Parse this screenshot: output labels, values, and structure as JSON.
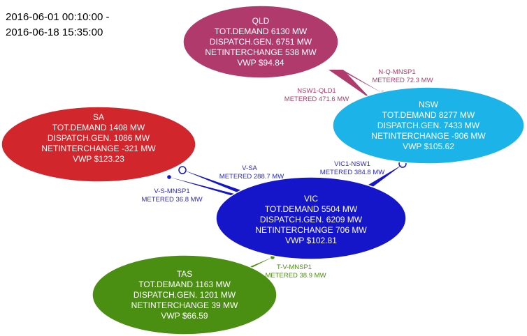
{
  "timestamp": {
    "line1": "2016-06-01 00:10:00 -",
    "line2": "2016-06-18 15:35:00"
  },
  "colors": {
    "qld": "#b13a6c",
    "nsw": "#1cb4e8",
    "sa": "#d0262c",
    "vic": "#1515c9",
    "tas": "#4a8f12",
    "label_qld": "#b13a6c",
    "label_vic": "#2a2ac0",
    "label_tas": "#4a8f12"
  },
  "regions": {
    "qld": {
      "name": "QLD",
      "demand": "TOT.DEMAND 6130 MW",
      "gen": "DISPATCH.GEN. 6751 MW",
      "net": "NETINTERCHANGE 538 MW",
      "vwp": "VWP $94.84"
    },
    "nsw": {
      "name": "NSW",
      "demand": "TOT.DEMAND 8277 MW",
      "gen": "DISPATCH.GEN. 7433 MW",
      "net": "NETINTERCHANGE -906 MW",
      "vwp": "VWP $105.62"
    },
    "sa": {
      "name": "SA",
      "demand": "TOT.DEMAND 1408 MW",
      "gen": "DISPATCH.GEN. 1086 MW",
      "net": "NETINTERCHANGE -321 MW",
      "vwp": "VWP $123.23"
    },
    "vic": {
      "name": "VIC",
      "demand": "TOT.DEMAND 5504 MW",
      "gen": "DISPATCH.GEN. 6209 MW",
      "net": "NETINTERCHANGE 706 MW",
      "vwp": "VWP $102.81"
    },
    "tas": {
      "name": "TAS",
      "demand": "TOT.DEMAND 1163 MW",
      "gen": "DISPATCH.GEN. 1201 MW",
      "net": "NETINTERCHANGE 39 MW",
      "vwp": "VWP $66.59"
    }
  },
  "interconnectors": {
    "nqmnsp1": {
      "name": "N-Q-MNSP1",
      "metered": "METERED 72.3 MW"
    },
    "nsw1qld1": {
      "name": "NSW1-QLD1",
      "metered": "METERED 471.6 MW"
    },
    "vsa": {
      "name": "V-SA",
      "metered": "METERED 288.7 MW"
    },
    "vsmnsp1": {
      "name": "V-S-MNSP1",
      "metered": "METERED 36.8 MW"
    },
    "vic1nsw1": {
      "name": "VIC1-NSW1",
      "metered": "METERED 384.8 MW"
    },
    "tvmnsp1": {
      "name": "T-V-MNSP1",
      "metered": "METERED 38.9 MW"
    }
  }
}
